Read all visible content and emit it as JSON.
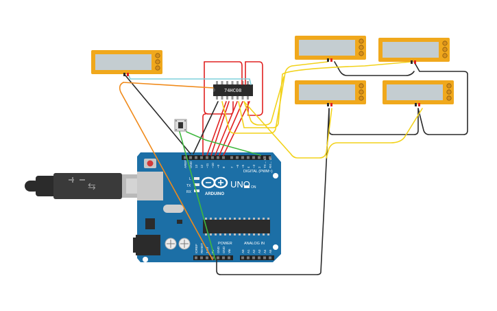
{
  "board": {
    "model": "UNO",
    "brand": "ARDUINO",
    "digital_header": "DIGITAL (PWM~)",
    "power_header": "POWER",
    "analog_header": "ANALOG IN",
    "tx_label": "TX",
    "rx_label": "RX",
    "on_label": "ON",
    "l_label": "L",
    "digital_pins": [
      "AREF",
      "GND",
      "13",
      "12",
      "~11",
      "~10",
      "~9",
      "8",
      "7",
      "~6",
      "~5",
      "4",
      "~3",
      "2",
      "TX→ 1",
      "RX← 0"
    ],
    "power_pins": [
      "IOREF",
      "RESET",
      "3.3V",
      "5V",
      "GND",
      "GND",
      "Vin"
    ],
    "analog_pins": [
      "A0",
      "A1",
      "A2",
      "A3",
      "A4",
      "A5"
    ]
  },
  "chip": {
    "label": "74HC08"
  },
  "displays": [
    {
      "id": "lcd-1"
    },
    {
      "id": "lcd-2"
    },
    {
      "id": "lcd-3"
    },
    {
      "id": "lcd-4"
    },
    {
      "id": "lcd-5"
    }
  ],
  "colors": {
    "board_blue": "#1c6fa6",
    "display_frame": "#f0a81c",
    "display_screen": "#c4cdd1",
    "wire_red": "#e02020",
    "wire_yellow": "#f2d21a",
    "wire_black": "#2a2a2a",
    "wire_green": "#3fb83f",
    "wire_orange": "#f08a1a",
    "wire_cyan": "#7fd0dc"
  }
}
